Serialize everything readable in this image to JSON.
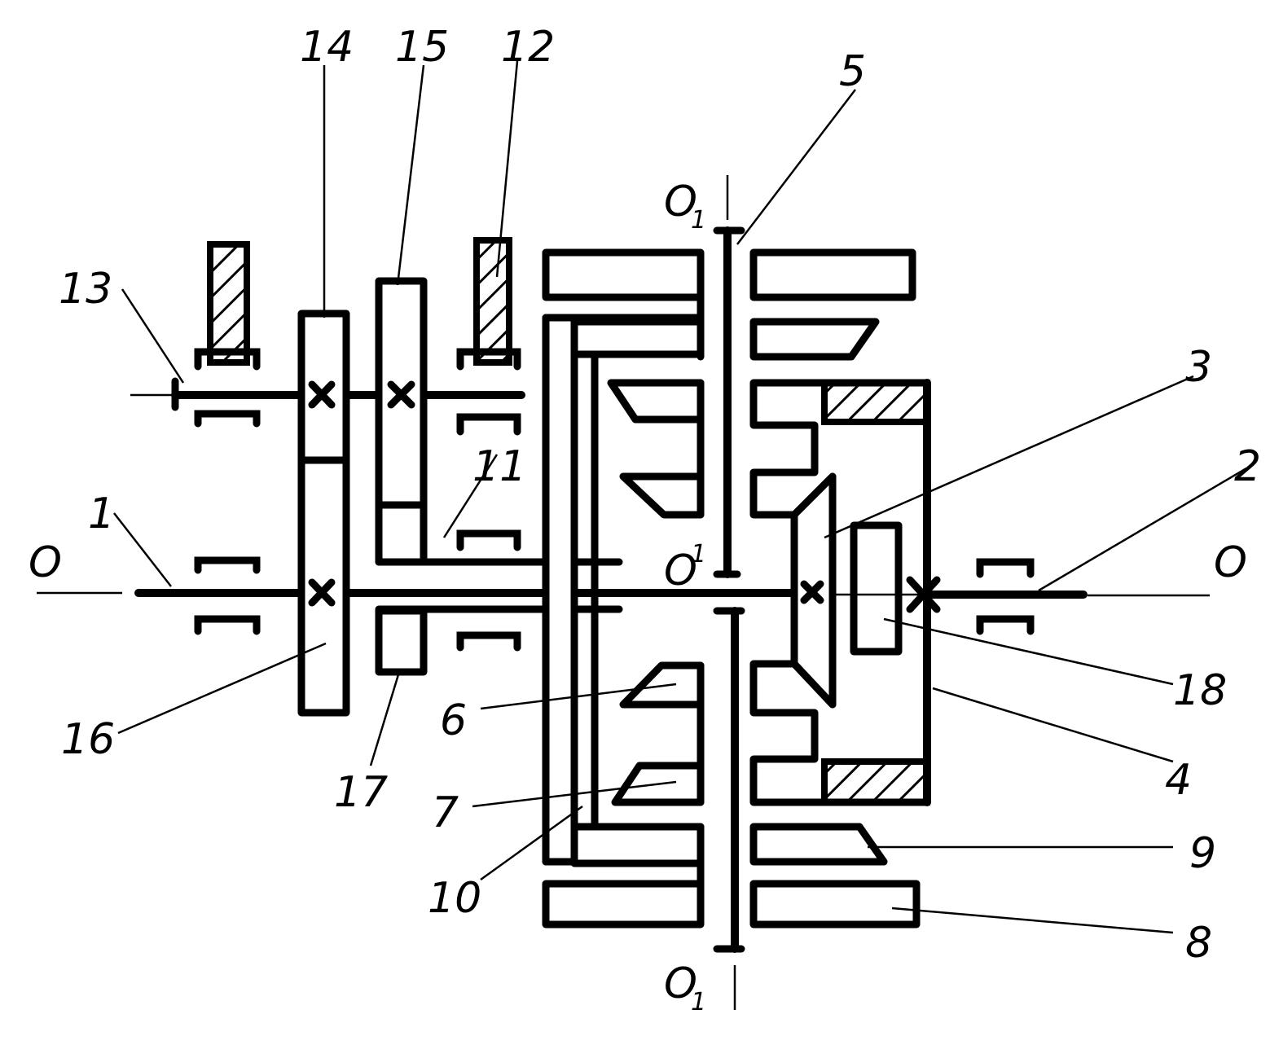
{
  "diagram": {
    "labels": {
      "n1": "1",
      "n2": "2",
      "n3": "3",
      "n4": "4",
      "n5": "5",
      "n6": "6",
      "n7": "7",
      "n8": "8",
      "n9": "9",
      "n10": "10",
      "n11": "11",
      "n12": "12",
      "n13": "13",
      "n14": "14",
      "n15": "15",
      "n16": "16",
      "n17": "17",
      "n18": "18"
    },
    "axis_labels": {
      "o_left": "O",
      "o_right": "O",
      "o1_top": "O",
      "o1_top_sub": "1",
      "o1_bottom": "O",
      "o1_bottom_sub": "1",
      "o_prime": "O",
      "o_prime_sup": "1"
    }
  },
  "colors": {
    "ink": "#000000",
    "paper": "#ffffff"
  }
}
